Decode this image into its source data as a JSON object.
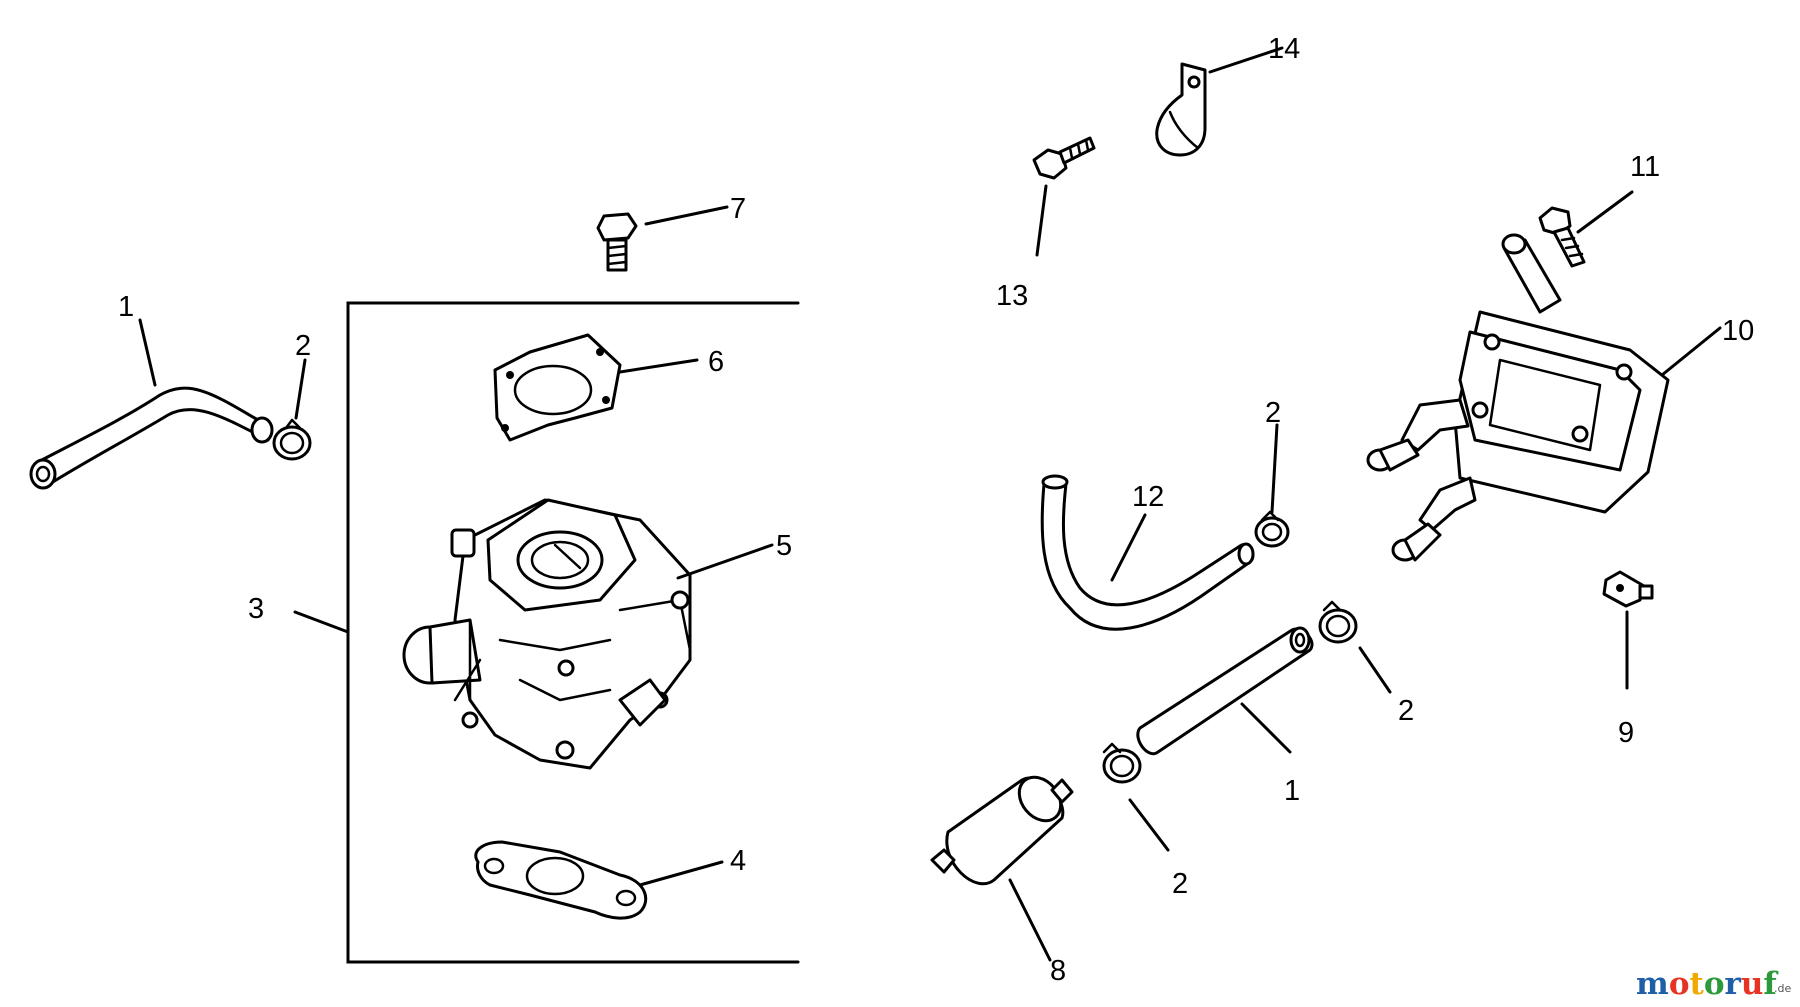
{
  "callouts": {
    "c1a": "1",
    "c2a": "2",
    "c3": "3",
    "c4": "4",
    "c5": "5",
    "c6": "6",
    "c7": "7",
    "c2b": "2",
    "c12": "12",
    "c2c": "2",
    "c1b": "1",
    "c2d": "2",
    "c8": "8",
    "c9": "9",
    "c10": "10",
    "c11": "11",
    "c13": "13",
    "c14": "14"
  },
  "watermark": {
    "brand_part1": "motor",
    "brand_part2": "uf",
    "suffix": ".de",
    "colors": {
      "m": "#1f5fa8",
      "o1": "#e63323",
      "t": "#f2a900",
      "o2": "#2c9a3c",
      "r": "#1f5fa8",
      "u": "#e63323",
      "f": "#2c9a3c"
    }
  }
}
